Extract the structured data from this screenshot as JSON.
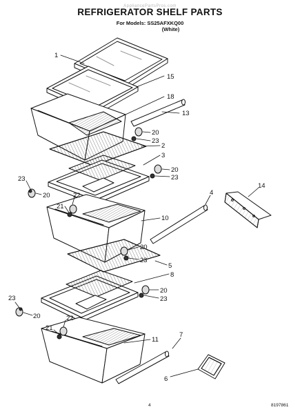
{
  "header": {
    "title": "REFRIGERATOR SHELF PARTS",
    "models_line": "For Models: SS25AFXKQ00",
    "color_line": "(White)",
    "watermark": "AppliancePartsPros.com"
  },
  "callouts": [
    {
      "id": "c1",
      "label": "1"
    },
    {
      "id": "c15",
      "label": "15"
    },
    {
      "id": "c18",
      "label": "18"
    },
    {
      "id": "c13",
      "label": "13"
    },
    {
      "id": "c20a",
      "label": "20"
    },
    {
      "id": "c23a",
      "label": "23"
    },
    {
      "id": "c2",
      "label": "2"
    },
    {
      "id": "c3",
      "label": "3"
    },
    {
      "id": "c20b",
      "label": "20"
    },
    {
      "id": "c23b",
      "label": "23"
    },
    {
      "id": "c23c",
      "label": "23"
    },
    {
      "id": "c20c",
      "label": "20"
    },
    {
      "id": "c22a",
      "label": "22"
    },
    {
      "id": "c21a",
      "label": "21"
    },
    {
      "id": "c4",
      "label": "4"
    },
    {
      "id": "c14",
      "label": "14"
    },
    {
      "id": "c10",
      "label": "10"
    },
    {
      "id": "c20d",
      "label": "20"
    },
    {
      "id": "c23d",
      "label": "23"
    },
    {
      "id": "c5",
      "label": "5"
    },
    {
      "id": "c8",
      "label": "8"
    },
    {
      "id": "c20e",
      "label": "20"
    },
    {
      "id": "c23e",
      "label": "23"
    },
    {
      "id": "c23f",
      "label": "23"
    },
    {
      "id": "c20f",
      "label": "20"
    },
    {
      "id": "c22b",
      "label": "22"
    },
    {
      "id": "c21b",
      "label": "21"
    },
    {
      "id": "c11",
      "label": "11"
    },
    {
      "id": "c7",
      "label": "7"
    },
    {
      "id": "c6",
      "label": "6"
    }
  ],
  "footer": {
    "page_number": "4",
    "doc_number": "8197861"
  }
}
